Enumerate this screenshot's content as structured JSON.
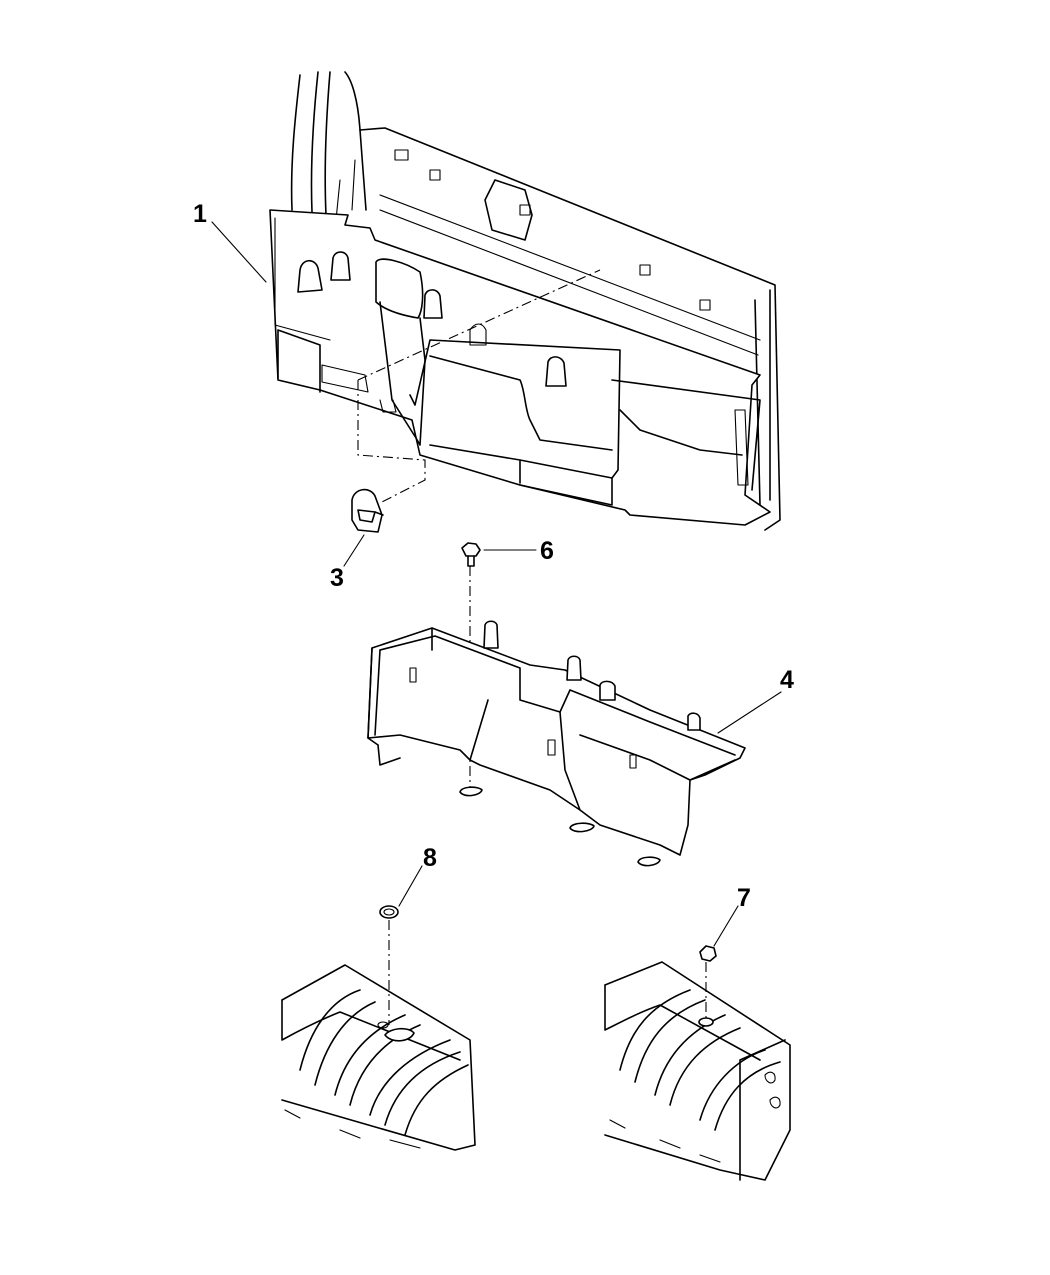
{
  "figure": {
    "callouts": [
      {
        "id": "1",
        "label": "1"
      },
      {
        "id": "3",
        "label": "3"
      },
      {
        "id": "4",
        "label": "4"
      },
      {
        "id": "6",
        "label": "6"
      },
      {
        "id": "7",
        "label": "7"
      },
      {
        "id": "8",
        "label": "8"
      }
    ],
    "line_color": "#000000",
    "background": "#ffffff"
  }
}
